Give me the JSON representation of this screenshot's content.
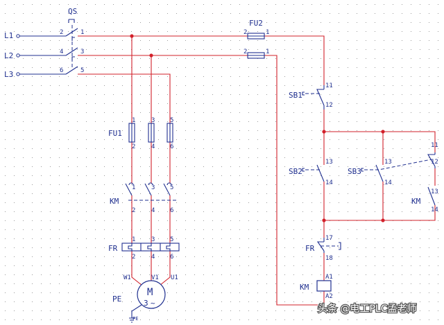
{
  "colors": {
    "wire": "#d2202a",
    "component": "#1f2f8f",
    "grid": "#9a9a9a",
    "background": "#ffffff"
  },
  "lines": {
    "l1": "L1",
    "l2": "L2",
    "l3": "L3"
  },
  "qs": {
    "label": "QS",
    "pins": [
      "2",
      "1",
      "4",
      "3",
      "6",
      "5"
    ]
  },
  "fu1": {
    "label": "FU1",
    "top_pins": [
      "1",
      "3",
      "5"
    ],
    "bottom_pins": [
      "2",
      "4",
      "6"
    ]
  },
  "km_main": {
    "label": "KM",
    "top_pins": [
      "1",
      "3",
      "5"
    ],
    "bottom_pins": [
      "2",
      "4",
      "6"
    ]
  },
  "fr_main": {
    "label": "FR",
    "top_pins": [
      "1",
      "3",
      "5"
    ],
    "bottom_pins": [
      "2",
      "4",
      "6"
    ]
  },
  "motor": {
    "terminals": [
      "W1",
      "V1",
      "U1"
    ],
    "letter": "M",
    "phase": "3",
    "phase_mark": "~",
    "pe": "PE",
    "pe_small": "PE"
  },
  "fu2": {
    "label": "FU2",
    "pins": [
      "2",
      "1",
      "2",
      "1"
    ]
  },
  "sb1": {
    "label": "SB1",
    "pins": [
      "11",
      "12"
    ]
  },
  "sb2": {
    "label": "SB2",
    "pins": [
      "13",
      "14"
    ]
  },
  "sb3": {
    "label": "SB3",
    "pins": [
      "13",
      "14",
      "11",
      "12"
    ]
  },
  "km_aux": {
    "label": "KM",
    "pins": [
      "13",
      "14"
    ]
  },
  "fr_ctrl": {
    "label": "FR",
    "pins": [
      "17",
      "18"
    ]
  },
  "km_coil": {
    "label": "KM",
    "pins": [
      "A1",
      "A2"
    ]
  },
  "watermark": {
    "text": "头条 @电工PLC孟老师"
  }
}
